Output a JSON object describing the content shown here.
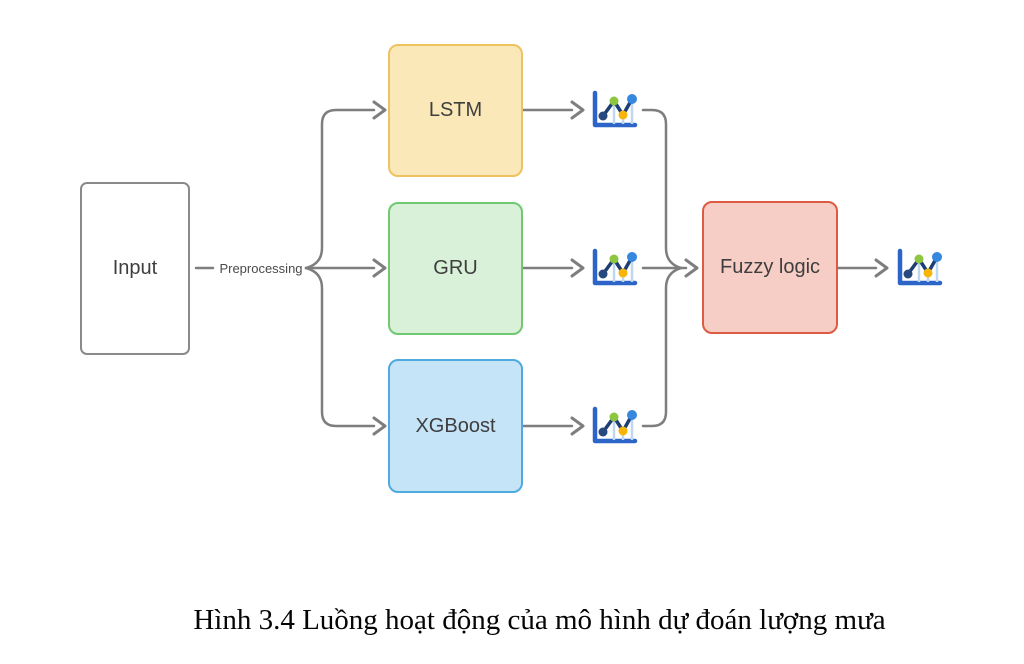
{
  "figure": {
    "caption": "Hình 3.4 Luồng hoạt động của mô hình dự đoán lượng mưa"
  },
  "diagram": {
    "input_label": "Input",
    "preprocessing_label": "Preprocessing",
    "models": [
      {
        "label": "LSTM"
      },
      {
        "label": "GRU"
      },
      {
        "label": "XGBoost"
      }
    ],
    "fusion_label": "Fuzzy logic",
    "icons": {
      "model_outputs": "line-chart-icon",
      "final_output": "line-chart-icon"
    },
    "colors": {
      "lstm_fill": "#FBE8B8",
      "lstm_border": "#EDC35F",
      "gru_fill": "#D8F1D8",
      "gru_border": "#70C870",
      "xgboost_fill": "#C5E4F7",
      "xgboost_border": "#4FAADF",
      "fuzzy_fill": "#F7CEC5",
      "fuzzy_border": "#DC5B42",
      "input_border": "#8A8A8A",
      "connector": "#7E7E7E",
      "icon_axis_blue": "#2D64C8",
      "icon_dot_navy": "#27497F",
      "icon_dot_green": "#8DC63F",
      "icon_dot_yellow": "#F7B50C",
      "icon_dot_blue": "#3687DE"
    }
  }
}
